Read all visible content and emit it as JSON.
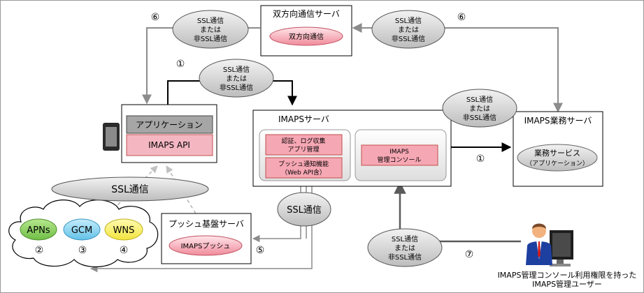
{
  "servers": {
    "bidirectional": {
      "title": "双方向通信サーバ",
      "label": "双方向通信"
    },
    "imaps": {
      "title": "IMAPSサーバ",
      "auth_line1": "認証、ログ収集",
      "auth_line2": "アプリ管理",
      "push_func_line1": "プッシュ通知機能",
      "push_func_line2": "（Web API含）",
      "console_line1": "IMAPS",
      "console_line2": "管理コンソール"
    },
    "business": {
      "title": "IMAPS業務サーバ",
      "label_line1": "業務サービス",
      "label_line2": "（アプリケーション）"
    },
    "push_base": {
      "title": "プッシュ基盤サーバ",
      "label": "IMAPSプッシュ"
    },
    "device": {
      "app_label": "アプリケーション",
      "api_label": "IMAPS API"
    }
  },
  "cloud": {
    "apns": "APNs",
    "gcm": "GCM",
    "wns": "WNS"
  },
  "connections": {
    "ssl_or_non_ssl": {
      "line1": "SSL通信",
      "line2": "または",
      "line3": "非SSL通信"
    },
    "ssl_only": "SSL通信"
  },
  "markers": {
    "m1": "①",
    "m2": "②",
    "m3": "③",
    "m4": "④",
    "m5": "⑤",
    "m6": "⑥",
    "m7": "⑦"
  },
  "user": {
    "caption_line1": "IMAPS管理コンソール利用権限を持った",
    "caption_line2": "IMAPS管理ユーザー"
  }
}
